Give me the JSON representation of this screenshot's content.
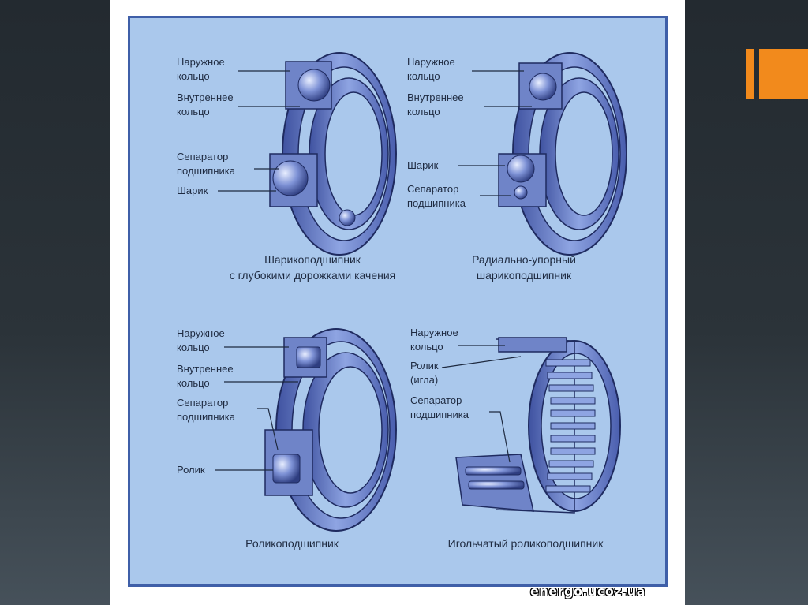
{
  "watermark": "energo.ucoz.ua",
  "colors": {
    "background": "#2b3339",
    "frame_fill": "#aac8ec",
    "frame_border": "#3f5fa8",
    "accent": "#f28a1c",
    "bearing_body": "#6f84c8",
    "label_text": "#1e2a40"
  },
  "panels": [
    {
      "caption": [
        "Шарикоподшипник",
        "с глубокими дорожками качения"
      ],
      "labels": [
        [
          "Наружное",
          "кольцо"
        ],
        [
          "Внутреннее",
          "кольцо"
        ],
        [
          "Сепаратор",
          "подшипника"
        ],
        [
          "Шарик"
        ]
      ]
    },
    {
      "caption": [
        "Радиально-упорный",
        "шарикоподшипник"
      ],
      "labels": [
        [
          "Наружное",
          "кольцо"
        ],
        [
          "Внутреннее",
          "кольцо"
        ],
        [
          "Шарик"
        ],
        [
          "Сепаратор",
          "подшипника"
        ]
      ]
    },
    {
      "caption": [
        "Роликоподшипник"
      ],
      "labels": [
        [
          "Наружное",
          "кольцо"
        ],
        [
          "Внутреннее",
          "кольцо"
        ],
        [
          "Сепаратор",
          "подшипника"
        ],
        [
          "Ролик"
        ]
      ]
    },
    {
      "caption": [
        "Игольчатый роликоподшипник"
      ],
      "labels": [
        [
          "Наружное",
          "кольцо"
        ],
        [
          "Ролик",
          "(игла)"
        ],
        [
          "Сепаратор",
          "подшипника"
        ]
      ]
    }
  ]
}
